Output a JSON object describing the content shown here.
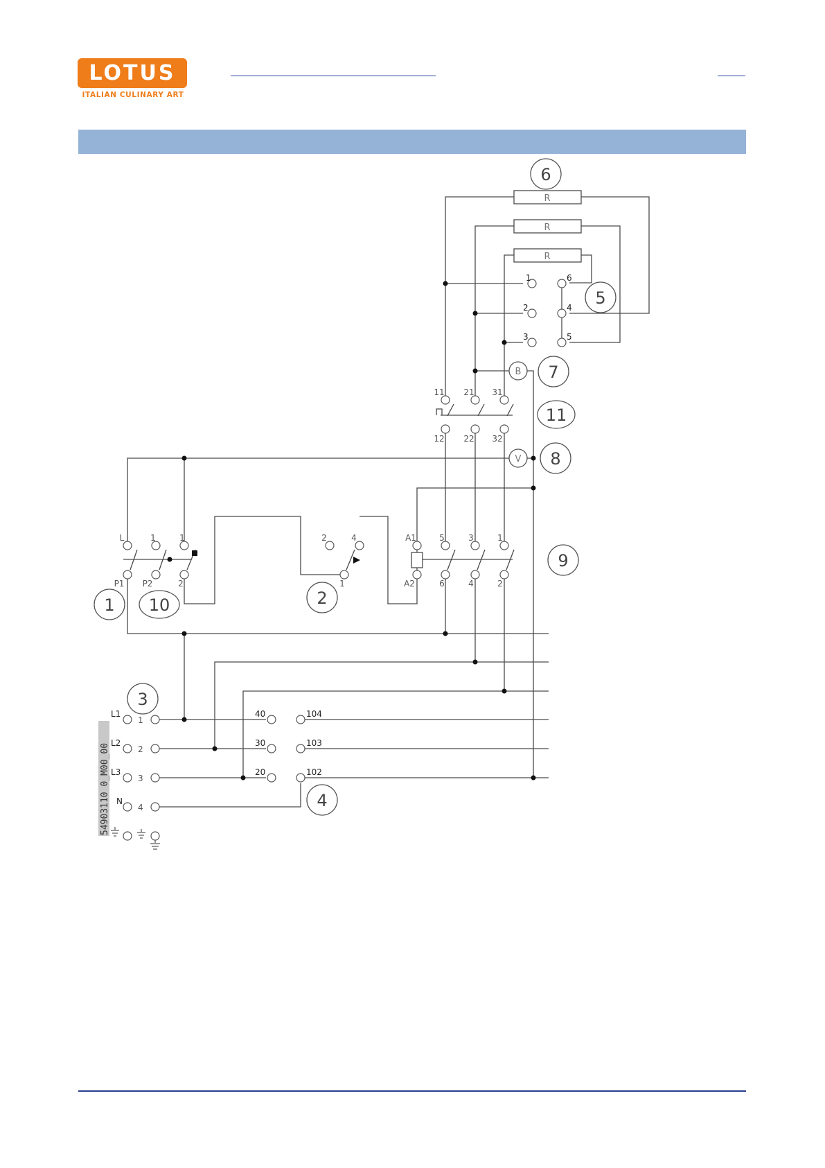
{
  "header": {
    "logo_text": "LOTUS",
    "logo_tagline": "ITALIAN CULINARY ART"
  },
  "colors": {
    "brand_orange": "#ef7d1a",
    "section_band": "#95b3d7",
    "rule_blue": "#1f3f9e",
    "wire": "#4a4a4a"
  },
  "diagram": {
    "component_numbers": [
      "1",
      "2",
      "3",
      "4",
      "5",
      "6",
      "7",
      "8",
      "9",
      "10",
      "11"
    ],
    "resistor_label": "R",
    "lamp_labels": {
      "b": "B",
      "v": "V"
    },
    "terminal_block_5": {
      "left": [
        "1",
        "2",
        "3"
      ],
      "right": [
        "6",
        "4",
        "5"
      ]
    },
    "switch_11": {
      "top": [
        "11",
        "21",
        "31"
      ],
      "bottom": [
        "12",
        "22",
        "32"
      ]
    },
    "contactor_9": {
      "top": [
        "A1",
        "5",
        "3",
        "1"
      ],
      "bottom": [
        "A2",
        "6",
        "4",
        "2"
      ]
    },
    "switch_1_10": {
      "top": [
        "L",
        "1",
        "1"
      ],
      "bottom": [
        "P1",
        "P2",
        "2"
      ]
    },
    "thermostat_2": {
      "top": [
        "2",
        "4"
      ],
      "bottom": [
        "1"
      ]
    },
    "terminal_3": {
      "rows": [
        {
          "label": "L1",
          "num": "1"
        },
        {
          "label": "L2",
          "num": "2"
        },
        {
          "label": "L3",
          "num": "3"
        },
        {
          "label": "N",
          "num": "4"
        }
      ]
    },
    "terminal_4": {
      "left": [
        "40",
        "30",
        "20"
      ],
      "right": [
        "104",
        "103",
        "102"
      ]
    },
    "drawing_code": "54903110 0_M00_00"
  }
}
